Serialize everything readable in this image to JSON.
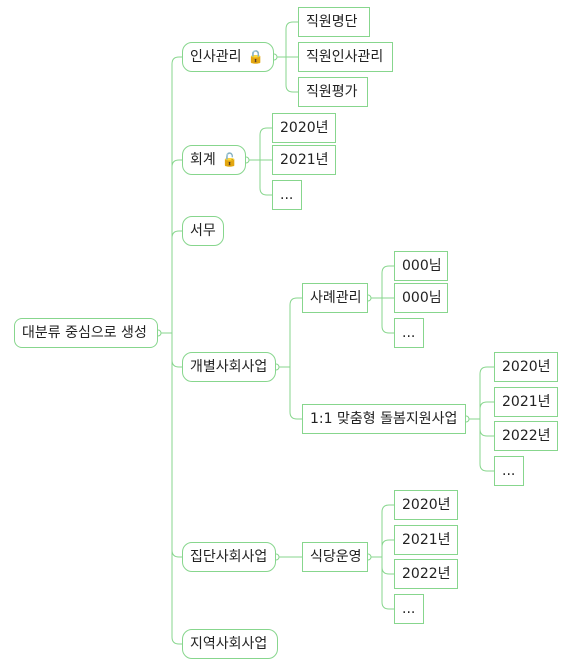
{
  "colors": {
    "line": "#87d68d",
    "text": "#222222",
    "lock": "#e8b92c"
  },
  "icons": {
    "lock": "lock-icon"
  },
  "root": {
    "label": "대분류 중심으로 생성"
  },
  "branches": {
    "hr": {
      "label": "인사관리",
      "lock": "🔒",
      "children": [
        "직원명단",
        "직원인사관리",
        "직원평가"
      ]
    },
    "accounting": {
      "label": "회계",
      "lock": "🔓",
      "children": [
        "2020년",
        "2021년",
        "..."
      ]
    },
    "general": {
      "label": "서무"
    },
    "individual": {
      "label": "개별사회사업",
      "case": {
        "label": "사례관리",
        "children": [
          "000님",
          "000님",
          "..."
        ]
      },
      "care": {
        "label": "1:1 맞춤형 돌봄지원사업",
        "children": [
          "2020년",
          "2021년",
          "2022년",
          "..."
        ]
      }
    },
    "group": {
      "label": "집단사회사업",
      "cafeteria": {
        "label": "식당운영",
        "children": [
          "2020년",
          "2021년",
          "2022년",
          "..."
        ]
      }
    },
    "community": {
      "label": "지역사회사업"
    }
  }
}
